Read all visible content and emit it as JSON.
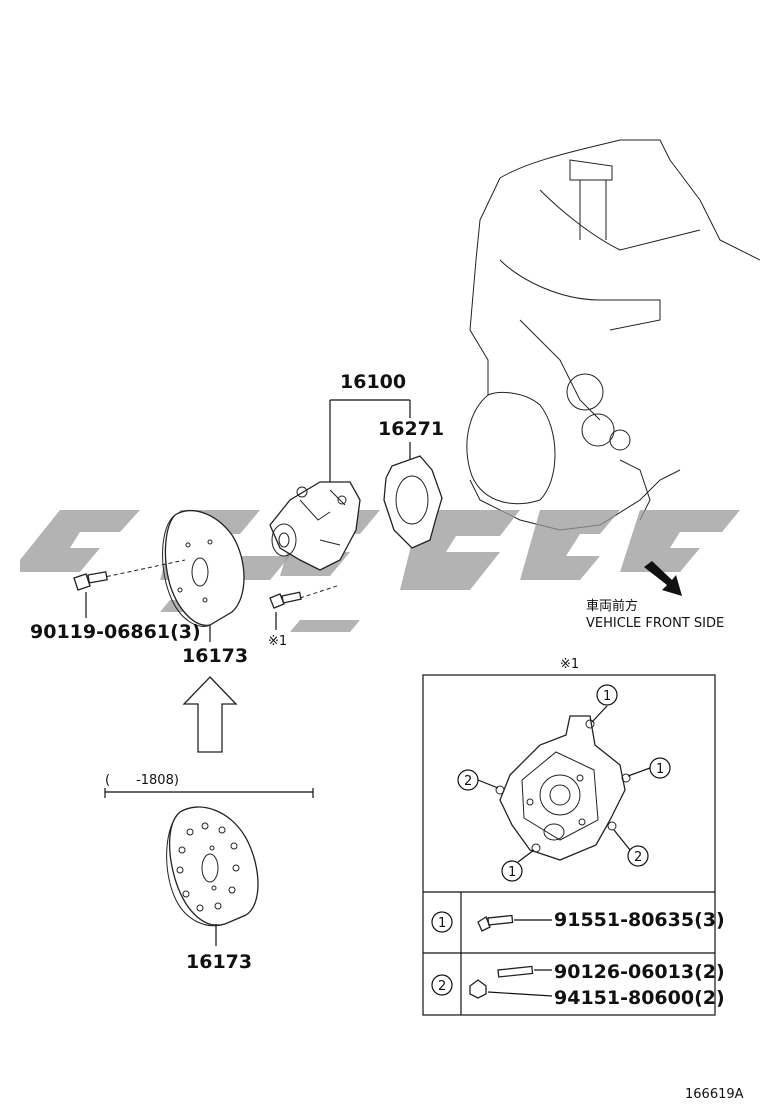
{
  "labels": {
    "assembly_16100": "16100",
    "gasket_16271": "16271",
    "pulley_upper": "16173",
    "pulley_lower": "16173",
    "bolt_pulley": "90119-06861(3)",
    "note_mark": "※1",
    "date_range": "(　　-1808)",
    "front_jp": "車両前方",
    "front_en": "VEHICLE FRONT SIDE",
    "figure_id": "166619A"
  },
  "detail_box": {
    "title": "※1",
    "callouts": [
      "1",
      "2"
    ],
    "rows": [
      {
        "marker": "1",
        "parts": [
          "91551-80635(3)"
        ]
      },
      {
        "marker": "2",
        "parts": [
          "90126-06013(2)",
          "94151-80600(2)"
        ]
      }
    ]
  },
  "colors": {
    "line": "#111111",
    "watermark": "#9a9a9a"
  }
}
